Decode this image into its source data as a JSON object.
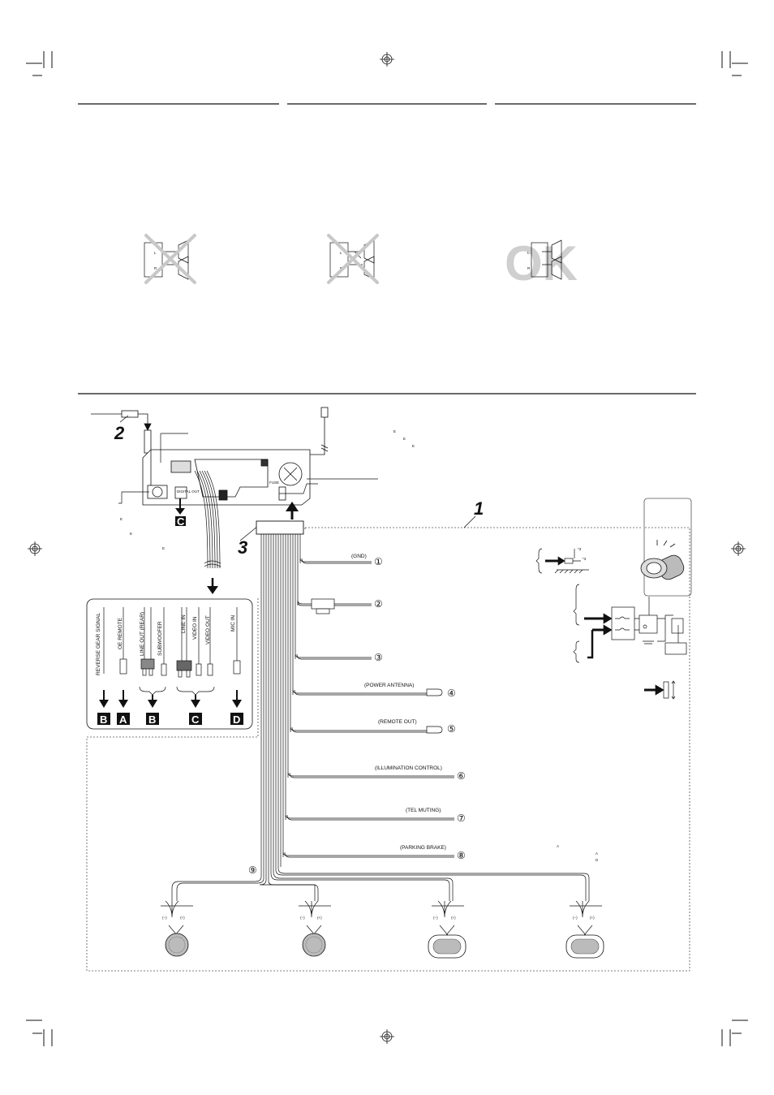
{
  "top_diagrams": [
    {
      "mark": "cross",
      "l": "L",
      "r": "R"
    },
    {
      "mark": "cross",
      "l": "L",
      "r": "R"
    },
    {
      "mark": "ok_text",
      "text": "OK",
      "l": "L",
      "r": "R"
    }
  ],
  "step_numbers": {
    "one": "1",
    "two": "2",
    "three": "3"
  },
  "unit": {
    "fuse": "FUSE",
    "digital_out": "DIGITAL OUT"
  },
  "harness_labels": {
    "gnd": "(GND)",
    "power_antenna": "(POWER ANTENNA)",
    "remote_out": "(REMOTE OUT)",
    "illumination": "(ILLUMINATION CONTROL)",
    "tel_muting": "(TEL MUTING)",
    "parking_brake": "(PARKING BRAKE)"
  },
  "circled_numbers": [
    "①",
    "②",
    "③",
    "④",
    "⑤",
    "⑥",
    "⑦",
    "⑧",
    "⑨"
  ],
  "rca_panel": {
    "labels": [
      "REVERSE GEAR SIGNAL",
      "OE REMOTE",
      "LINE OUT (REAR)",
      "SUBWOOFER",
      "LINE IN",
      "VIDEO IN",
      "VIDEO OUT",
      "MIC IN"
    ],
    "targets": [
      "B",
      "A",
      "B",
      "C",
      "D"
    ]
  },
  "digital_out_target": "C",
  "footnote_marks": [
    "*3",
    "*3"
  ],
  "speaker_polarity": {
    "minus": "(−)",
    "plus": "(+)"
  },
  "small_refs": [
    "E",
    "E",
    "E",
    "E",
    "E",
    "E",
    "A",
    "A",
    "D"
  ],
  "colors": {
    "line": "#111111",
    "gray": "#b8b8b8",
    "box": "#111111"
  }
}
